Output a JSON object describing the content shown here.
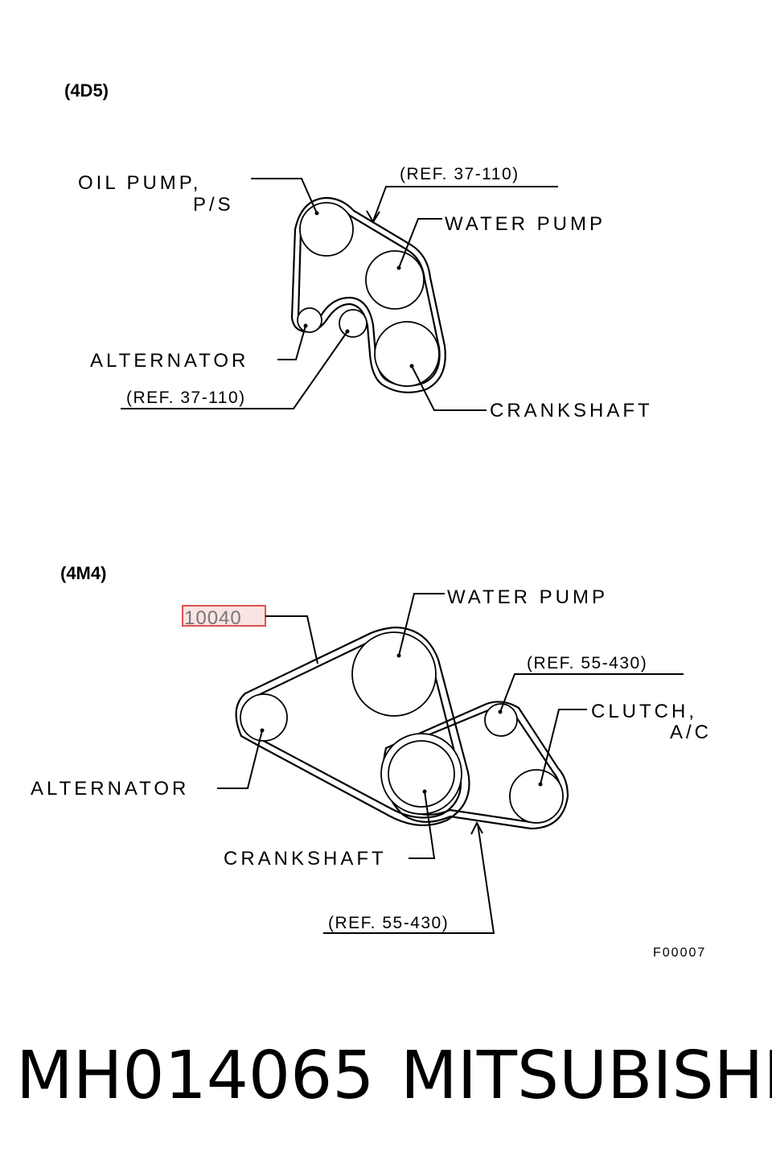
{
  "top_diagram": {
    "engine": "(4D5)",
    "labels": {
      "oil_pump_line1": "OIL PUMP,",
      "oil_pump_line2": "P/S",
      "water_pump": "WATER PUMP",
      "alternator": "ALTERNATOR",
      "crankshaft": "CRANKSHAFT",
      "ref_upper": "(REF. 37-110)",
      "ref_lower": "(REF. 37-110)"
    }
  },
  "bottom_diagram": {
    "engine": "(4M4)",
    "part_callout": "10040",
    "labels": {
      "water_pump": "WATER PUMP",
      "ref_upper": "(REF. 55-430)",
      "clutch_line1": "CLUTCH,",
      "clutch_line2": "A/C",
      "alternator": "ALTERNATOR",
      "crankshaft": "CRANKSHAFT",
      "ref_lower": "(REF. 55-430)"
    },
    "figure_code": "F00007"
  },
  "footer": {
    "part_number": "MH014065",
    "brand": "MITSUBISHI"
  },
  "colors": {
    "line": "#000000",
    "callout_box": "#e05050",
    "callout_fill": "#fbe3e3"
  }
}
